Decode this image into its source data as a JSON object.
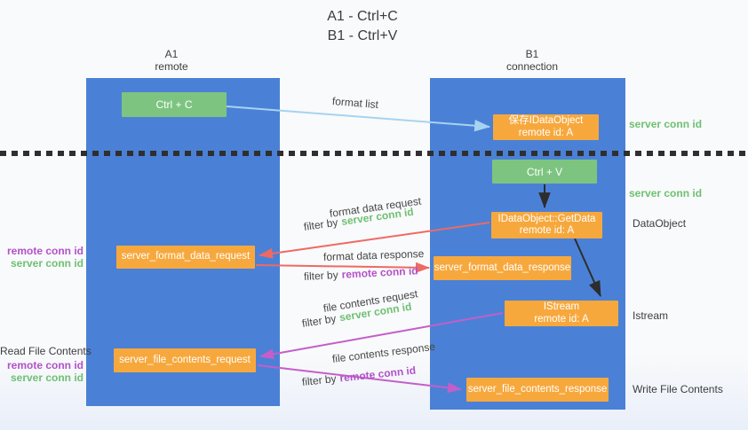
{
  "title": {
    "line1": "A1 - Ctrl+C",
    "line2": "B1 - Ctrl+V"
  },
  "columns": {
    "a": {
      "name": "A1",
      "role": "remote"
    },
    "b": {
      "name": "B1",
      "role": "connection"
    }
  },
  "nodes": {
    "ctrl_c": "Ctrl + C",
    "ctrl_v": "Ctrl + V",
    "save_dataobject": {
      "line1": "保存IDataObject",
      "line2": "remote id: A"
    },
    "getdata": {
      "line1": "IDataObject::GetData",
      "line2": "remote id: A"
    },
    "istream": {
      "line1": "IStream",
      "line2": "remote id: A"
    },
    "format_request": "server_format_data_request",
    "format_response": "server_format_data_response",
    "file_request": "server_file_contents_request",
    "file_response": "server_file_contents_response"
  },
  "flow_labels": {
    "format_list": "format list",
    "format_data_request": "format data request",
    "format_data_response": "format data response",
    "file_contents_request": "file contents request",
    "file_contents_response": "file contents response",
    "filter_by": "filter by",
    "server_conn_id": "server conn id",
    "remote_conn_id": "remote conn id"
  },
  "right_labels": {
    "server_conn_top": "server conn id",
    "server_conn_mid": "server conn id",
    "dataobject": "DataObject",
    "istream": "Istream",
    "write_file": "Write File Contents"
  },
  "left_labels": {
    "format_remote": "remote conn id",
    "format_server": "server conn id",
    "read_title": "Read File Contents",
    "file_remote": "remote conn id",
    "file_server": "server conn id"
  },
  "colors": {
    "lane_blue": "#4a81d6",
    "node_green": "#7dc480",
    "node_orange": "#f7a83d",
    "arrow_light_blue": "#a6d3f0",
    "arrow_red": "#ee6a63",
    "arrow_magenta": "#c45ec9",
    "arrow_black": "#2d2d2d",
    "text_green": "#6ec072",
    "text_purple": "#b351c9",
    "text_dark": "#3d3d3d"
  }
}
